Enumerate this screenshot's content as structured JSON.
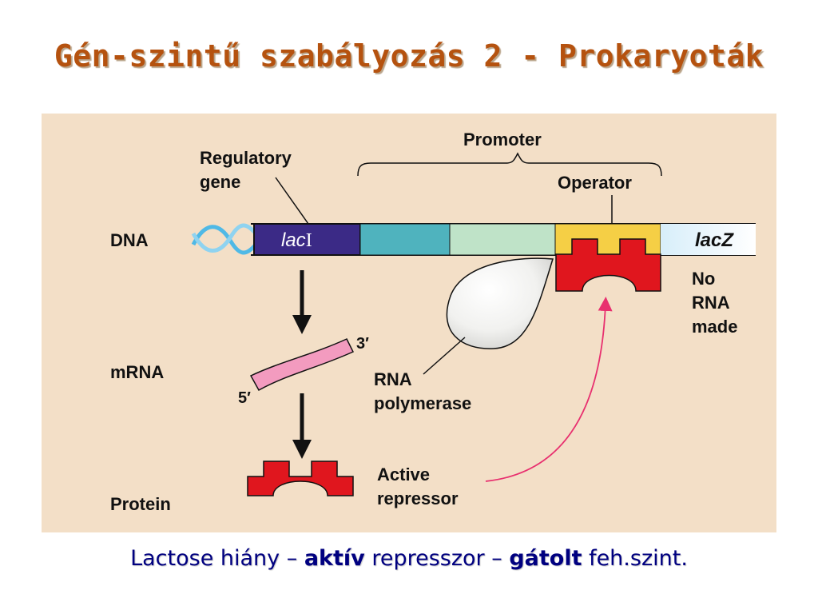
{
  "slide": {
    "title": "Gén-szintű szabályozás 2 - Prokaryoták",
    "caption": {
      "part1": "Lactose hiány – ",
      "part2": "aktív",
      "part3": " represszor – ",
      "part4": "gátolt",
      "part5": " feh.szint."
    }
  },
  "diagram": {
    "label_dna": "DNA",
    "label_mrna": "mRNA",
    "label_protein": "Protein",
    "regulatory_gene_line1": "Regulatory",
    "regulatory_gene_line2": "gene",
    "promoter": "Promoter",
    "operator": "Operator",
    "laci_italic": "lac",
    "laci_suffix": "I",
    "lacz": "lacZ",
    "no_rna_line1": "No",
    "no_rna_line2": "RNA",
    "no_rna_line3": "made",
    "three_prime": "3′",
    "five_prime": "5′",
    "rna_pol_line1": "RNA",
    "rna_pol_line2": "polymerase",
    "active_rep_line1": "Active",
    "active_rep_line2": "repressor"
  },
  "colors": {
    "title": "#b5520f",
    "caption": "#000080",
    "panel_bg": "#f3dfc7",
    "laci_segment": "#3b2a86",
    "promoter_teal": "#4fb3be",
    "promoter_mint": "#bfe3c8",
    "operator_yellow": "#f5cf45",
    "lacz_segment": "#dff0f7",
    "repressor_red": "#e0161e",
    "mrna_pink": "#f39bbf",
    "arrow_magenta": "#e8306f",
    "dna_helix": "#4fb9e6"
  }
}
